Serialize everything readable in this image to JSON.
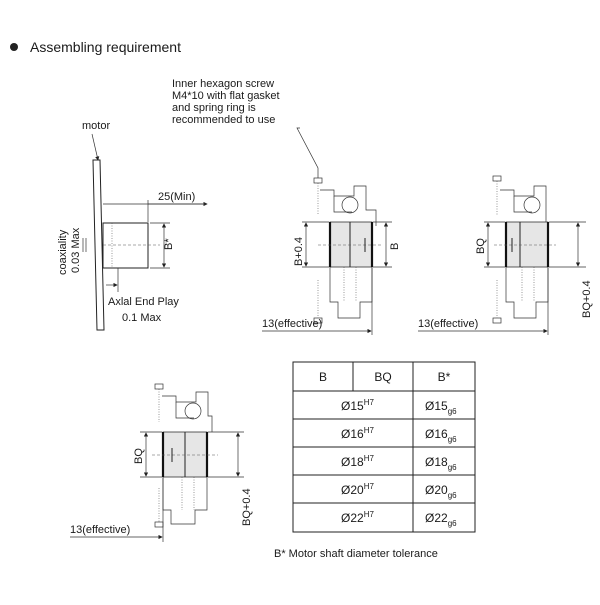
{
  "header": {
    "bullet_icon": "filled-circle-bullet-icon",
    "title": "Assembling requirement"
  },
  "callout": {
    "line1": "Inner hexagon screw",
    "line2": "M4*10 with flat gasket",
    "line3": "and spring ring is",
    "line4": "recommended to use"
  },
  "motor_view": {
    "motor_label": "motor",
    "min_length": "25(Min)",
    "shaft_label": "B*",
    "coaxiality_line1": "coaxiality",
    "coaxiality_line2": "0.03 Max",
    "end_play_line1": "Axlal End Play",
    "end_play_line2": "0.1 Max"
  },
  "view_b": {
    "left_dim": "B+0.4",
    "right_dim": "B",
    "bottom_dim": "13(effective)"
  },
  "view_bq": {
    "left_dim": "BQ",
    "right_dim": "BQ+0.4",
    "bottom_dim": "13(effective)"
  },
  "view_bq2": {
    "left_dim": "BQ",
    "right_dim": "BQ+0.4",
    "bottom_dim": "13(effective)"
  },
  "table": {
    "headers": [
      "B",
      "BQ",
      "B*"
    ],
    "rows": [
      {
        "b": "Ø15",
        "b_tol": "H7",
        "bs": "Ø15",
        "bs_tol": "g6"
      },
      {
        "b": "Ø16",
        "b_tol": "H7",
        "bs": "Ø16",
        "bs_tol": "g6"
      },
      {
        "b": "Ø18",
        "b_tol": "H7",
        "bs": "Ø18",
        "bs_tol": "g6"
      },
      {
        "b": "Ø20",
        "b_tol": "H7",
        "bs": "Ø20",
        "bs_tol": "g6"
      },
      {
        "b": "Ø22",
        "b_tol": "H7",
        "bs": "Ø22",
        "bs_tol": "g6"
      }
    ]
  },
  "footnote": "B*  Motor shaft diameter tolerance"
}
